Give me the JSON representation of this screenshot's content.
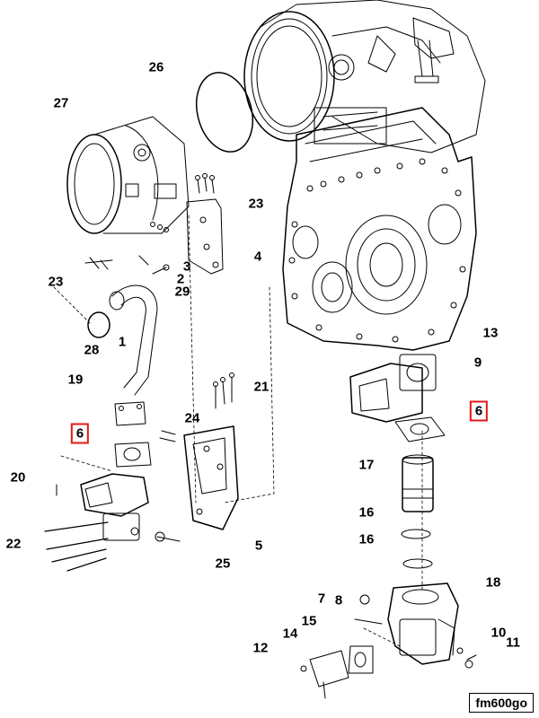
{
  "figure_code": "fm600go",
  "highlight_color": "#e01818",
  "callouts": [
    {
      "id": "c26",
      "text": "26"
    },
    {
      "id": "c27",
      "text": "27"
    },
    {
      "id": "c23a",
      "text": "23"
    },
    {
      "id": "c4",
      "text": "4"
    },
    {
      "id": "c23b",
      "text": "23"
    },
    {
      "id": "c3",
      "text": "3"
    },
    {
      "id": "c2",
      "text": "2"
    },
    {
      "id": "c29",
      "text": "29"
    },
    {
      "id": "c1",
      "text": "1"
    },
    {
      "id": "c28",
      "text": "28"
    },
    {
      "id": "c19",
      "text": "19"
    },
    {
      "id": "c21",
      "text": "21"
    },
    {
      "id": "c13",
      "text": "13"
    },
    {
      "id": "c9",
      "text": "9"
    },
    {
      "id": "c6a",
      "text": "6",
      "highlighted": true
    },
    {
      "id": "c6b",
      "text": "6",
      "highlighted": true
    },
    {
      "id": "c24",
      "text": "24"
    },
    {
      "id": "c20",
      "text": "20"
    },
    {
      "id": "c17",
      "text": "17"
    },
    {
      "id": "c16a",
      "text": "16"
    },
    {
      "id": "c16b",
      "text": "16"
    },
    {
      "id": "c22",
      "text": "22"
    },
    {
      "id": "c5",
      "text": "5"
    },
    {
      "id": "c25",
      "text": "25"
    },
    {
      "id": "c18",
      "text": "18"
    },
    {
      "id": "c7",
      "text": "7"
    },
    {
      "id": "c8",
      "text": "8"
    },
    {
      "id": "c14",
      "text": "14"
    },
    {
      "id": "c15",
      "text": "15"
    },
    {
      "id": "c10",
      "text": "10"
    },
    {
      "id": "c11",
      "text": "11"
    },
    {
      "id": "c12",
      "text": "12"
    }
  ]
}
